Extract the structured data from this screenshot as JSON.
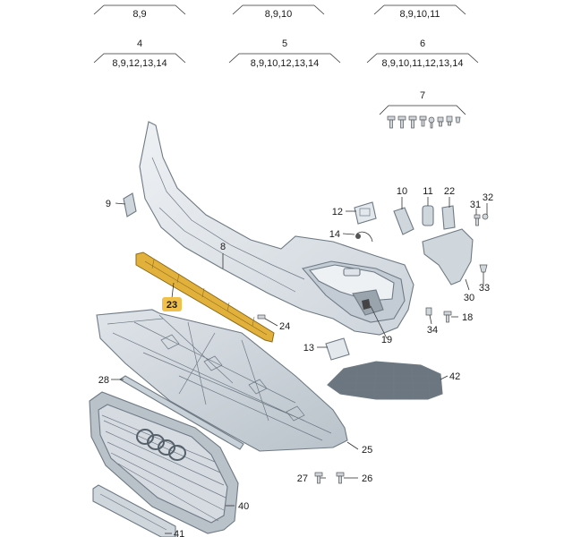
{
  "kit_groups": [
    {
      "id": "",
      "refs": "8,9"
    },
    {
      "id": "",
      "refs": "8,9,10"
    },
    {
      "id": "",
      "refs": "8,9,10,11"
    },
    {
      "id": "4",
      "refs": "8,9,12,13,14"
    },
    {
      "id": "5",
      "refs": "8,9,10,12,13,14"
    },
    {
      "id": "6",
      "refs": "8,9,10,11,12,13,14"
    },
    {
      "id": "7",
      "refs": ""
    }
  ],
  "callouts": {
    "p8": "8",
    "p9": "9",
    "p10": "10",
    "p11": "11",
    "p12": "12",
    "p13": "13",
    "p14": "14",
    "p18": "18",
    "p19": "19",
    "p22": "22",
    "p23": "23",
    "p24": "24",
    "p25": "25",
    "p26": "26",
    "p27": "27",
    "p28": "28",
    "p30": "30",
    "p31": "31",
    "p32": "32",
    "p33": "33",
    "p34": "34",
    "p40": "40",
    "p41": "41",
    "p42": "42"
  },
  "highlighted_part": "23",
  "colors": {
    "part_fill": "#e3e8ed",
    "part_shade": "#c9d1d8",
    "outline": "#6f7a84",
    "highlight": "#e2b13c",
    "callout_badge": "#f0c04a"
  }
}
